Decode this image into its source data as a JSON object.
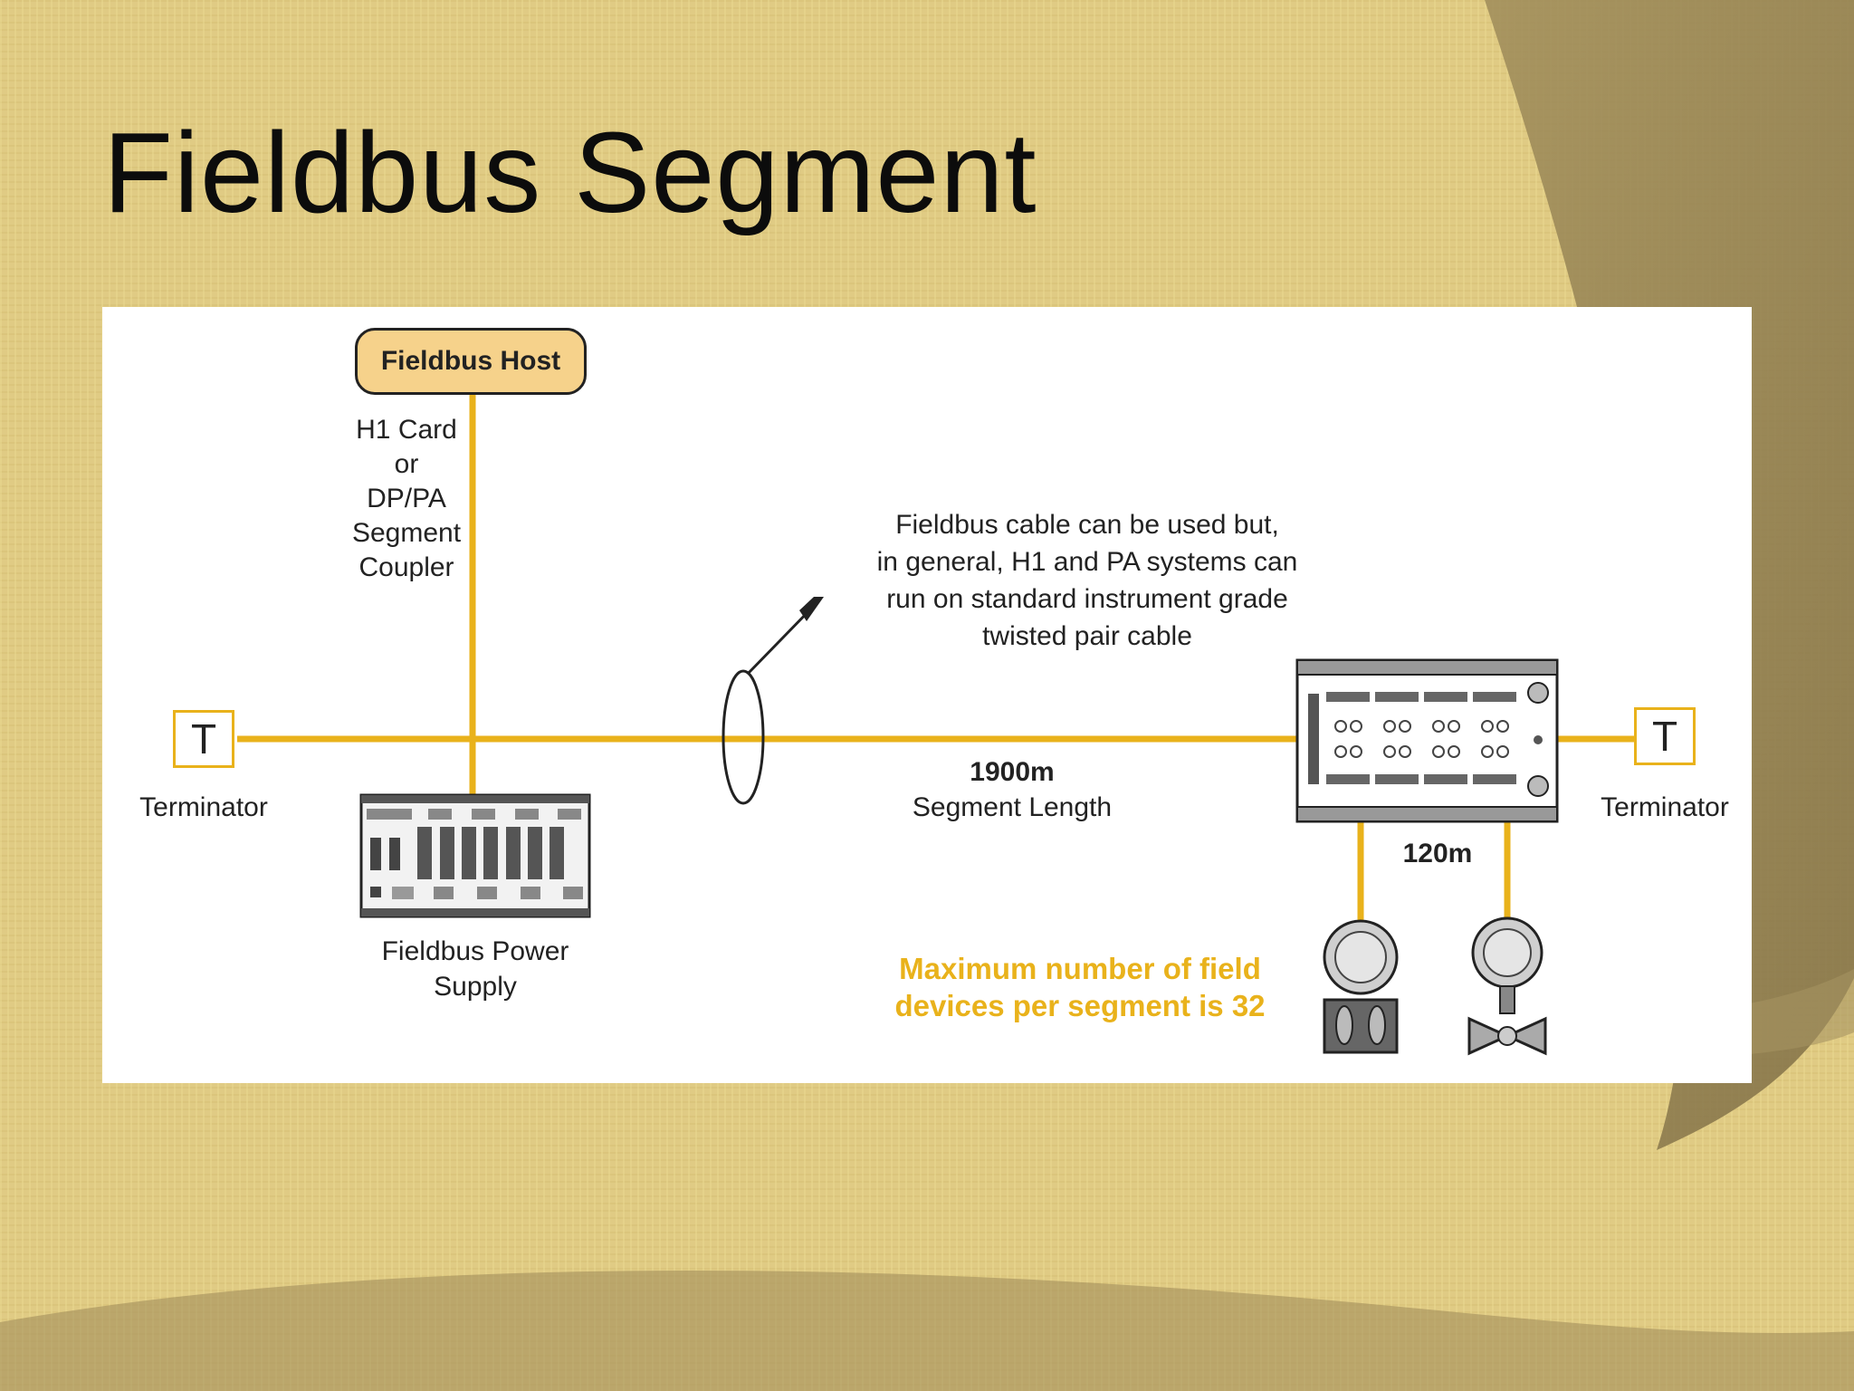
{
  "slide": {
    "title": "Fieldbus Segment"
  },
  "diagram": {
    "host_label": "Fieldbus Host",
    "h1_card_lines": [
      "H1 Card",
      "or",
      "DP/PA",
      "Segment",
      "Coupler"
    ],
    "terminator_symbol": "T",
    "terminator_left_label": "Terminator",
    "terminator_right_label": "Terminator",
    "power_supply_lines": [
      "Fieldbus Power",
      "Supply"
    ],
    "cable_note_lines": [
      "Fieldbus cable can be used but,",
      "in general, H1 and PA systems can",
      "run on standard instrument grade",
      "twisted pair cable"
    ],
    "segment_length_value": "1900m",
    "segment_length_label": "Segment Length",
    "spur_length": "120m",
    "max_devices_lines": [
      "Maximum number of field",
      "devices per segment is 32"
    ],
    "colors": {
      "bus": "#e9b21b",
      "host_fill": "#f6d28b",
      "accent_text": "#e9b21b",
      "background": "#e2cd86"
    }
  }
}
